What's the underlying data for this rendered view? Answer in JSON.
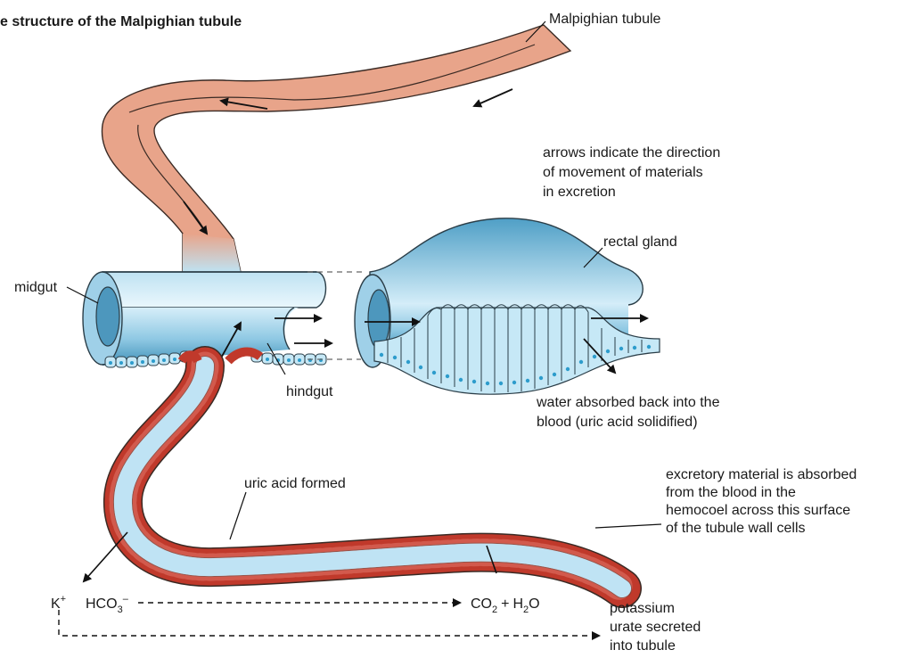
{
  "title": "e structure of the Malpighian tubule",
  "labels": {
    "malpighian_tubule": "Malpighian tubule",
    "arrows_note": [
      "arrows indicate the direction",
      "of movement of materials",
      "in excretion"
    ],
    "rectal_gland": "rectal gland",
    "midgut": "midgut",
    "hindgut": "hindgut",
    "water_absorbed": [
      "water absorbed back into the",
      "blood (uric acid solidified)"
    ],
    "uric_acid": "uric acid formed",
    "excretory": [
      "excretory material is absorbed",
      "from the blood in the",
      "hemocoel across this surface",
      "of the tubule wall cells"
    ],
    "potassium": [
      "potassium",
      "urate secreted",
      "into tubule"
    ]
  },
  "chemistry": {
    "k": "K",
    "k_sup": "+",
    "hco": "HCO",
    "hco_sub": "3",
    "hco_sup": "–",
    "co2": "CO",
    "co2_sub": "2",
    "plus": "+",
    "h2o_h": "H",
    "h2o_sub": "2",
    "h2o_o": "O"
  },
  "colors": {
    "tubule_fill": "#e8a48a",
    "tubule_stroke": "#3a2a24",
    "gut_light": "#cdeaf7",
    "gut_dark": "#5aa7c9",
    "lumen": "#bfe3f4",
    "cell_red": "#c0392b",
    "cell_dot": "#4db3de"
  }
}
